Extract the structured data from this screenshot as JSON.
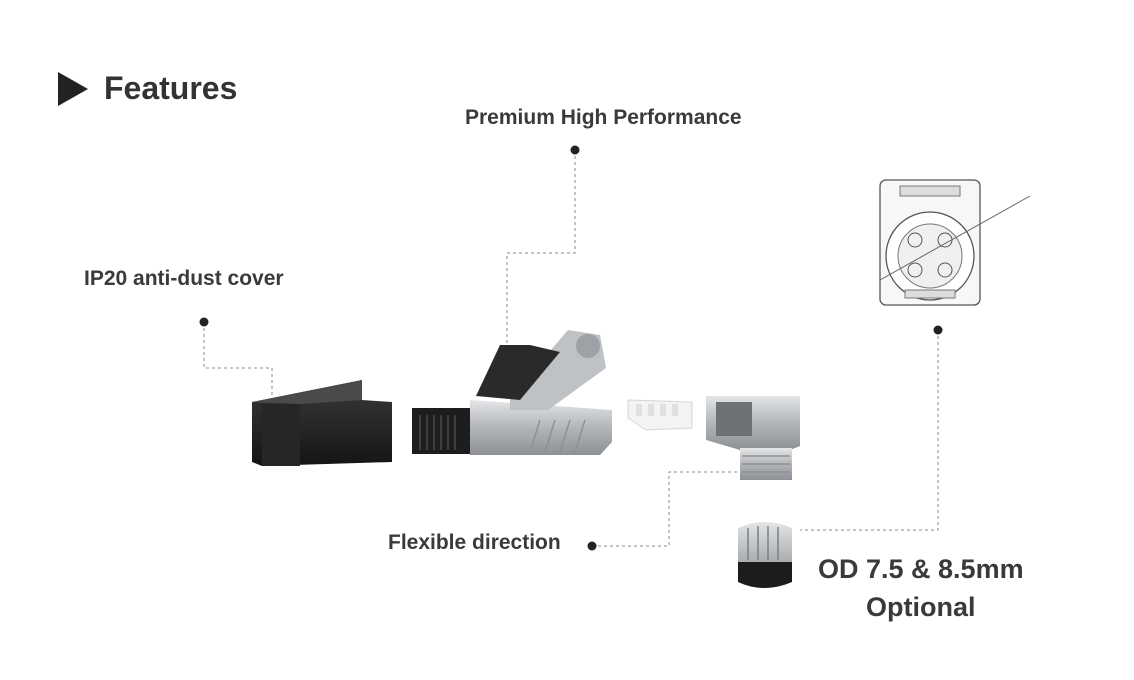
{
  "heading": {
    "title": "Features",
    "icon": "play-triangle-icon"
  },
  "callouts": {
    "premium": "Premium High Performance",
    "dust_cover": "IP20 anti-dust cover",
    "flexible": "Flexible direction",
    "od_line1": "OD 7.5 & 8.5mm",
    "od_line2": "Optional"
  },
  "colors": {
    "text": "#333333",
    "leader": "#888888",
    "metal": "#b9bcbf",
    "black": "#1e1e1e"
  }
}
